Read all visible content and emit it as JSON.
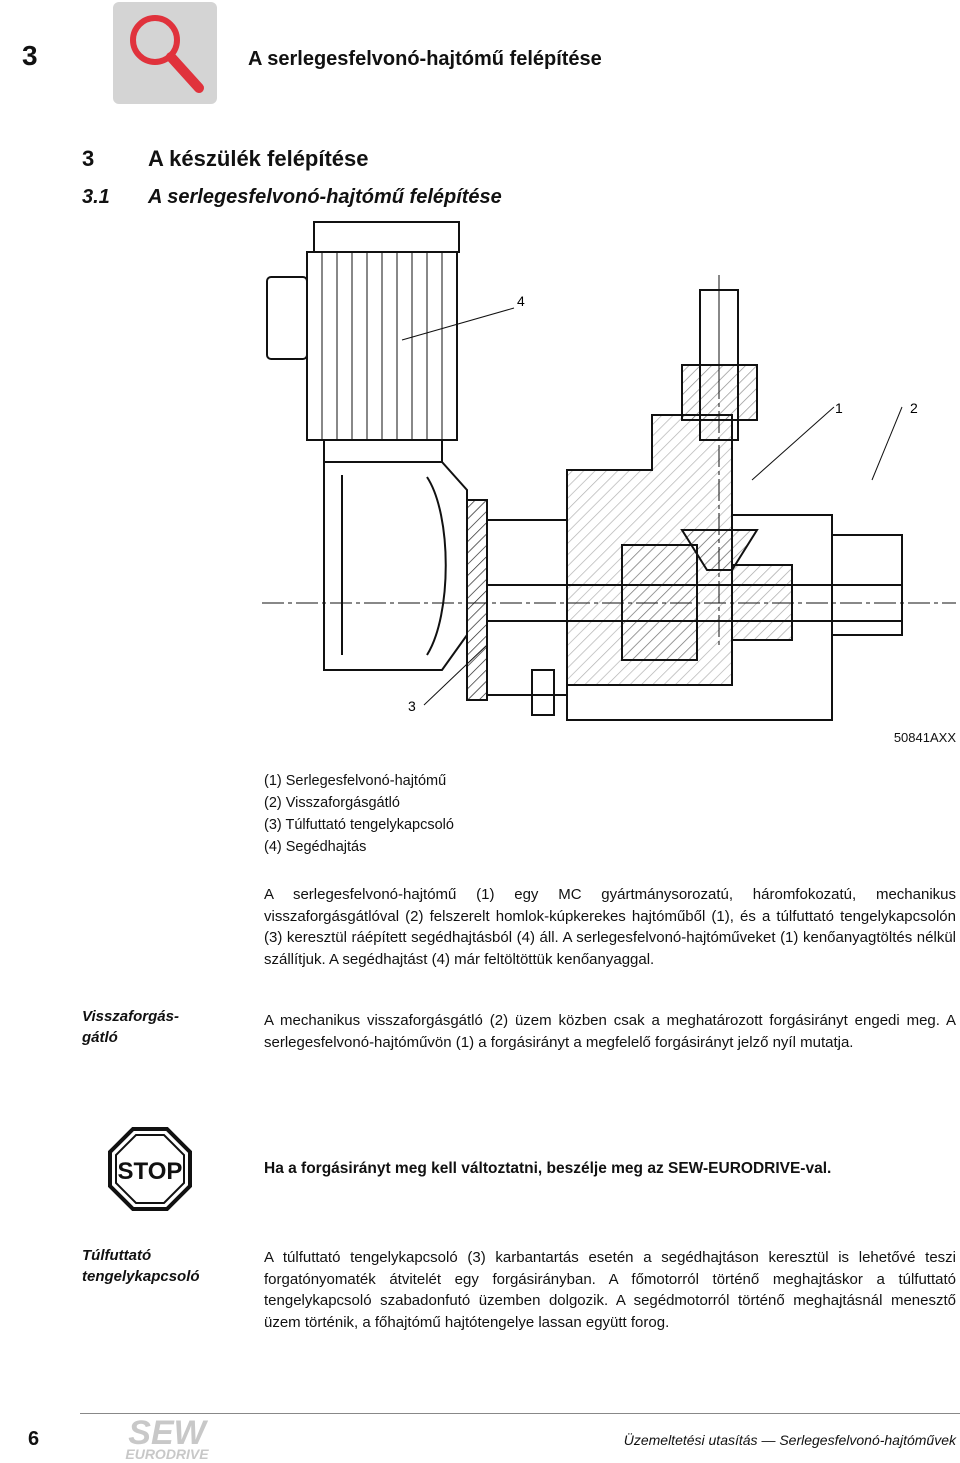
{
  "header": {
    "chapter_number": "3",
    "title": "A serlegesfelvonó-hajtómű felépítése"
  },
  "section": {
    "number": "3",
    "title": "A készülék felépítése"
  },
  "subsection": {
    "number": "3.1",
    "title": "A serlegesfelvonó-hajtómű felépítése"
  },
  "figure": {
    "labels": [
      "4",
      "1",
      "2",
      "3"
    ],
    "code": "50841AXX"
  },
  "legend": [
    "(1) Serlegesfelvonó-hajtómű",
    "(2) Visszaforgásgátló",
    "(3) Túlfuttató tengelykapcsoló",
    "(4) Segédhajtás"
  ],
  "intro": "A serlegesfelvonó-hajtómű (1) egy MC gyártmánysorozatú, háromfokozatú, mechanikus visszaforgásgátlóval (2) felszerelt homlok-kúpkerekes hajtóműből (1), és a túlfuttató tengelykapcsolón (3) keresztül ráépített segédhajtásból (4) áll. A serlegesfelvonó-hajtóműveket (1) kenőanyagtöltés nélkül szállítjuk. A segédhajtást (4) már feltöltöttük kenőanyaggal.",
  "visszaforgasgatlo": {
    "side_label_1": "Visszaforgás-",
    "side_label_2": "gátló",
    "text": "A mechanikus visszaforgásgátló (2) üzem közben csak a meghatározott forgásirányt engedi meg. A serlegesfelvonó-hajtóművön (1) a forgásirányt a megfelelő forgásirányt jelző nyíl mutatja."
  },
  "warning": {
    "sign_text": "STOP",
    "text": "Ha a forgásirányt meg kell változtatni, beszélje meg az SEW-EURODRIVE-val."
  },
  "tulfuttato": {
    "side_label_1": "Túlfuttató",
    "side_label_2": "tengelykapcsoló",
    "text": "A túlfuttató tengelykapcsoló (3) karbantartás esetén a segédhajtáson keresztül is lehetővé teszi forgatónyomaték átvitelét egy forgásirányban. A főmotorról történő meghajtáskor a túlfuttató tengelykapcsoló szabadonfutó üzemben dolgozik. A segédmotorról történő meghajtásnál menesztő üzem történik, a főhajtómű hajtótengelye lassan együtt forog."
  },
  "footer": {
    "page_number": "6",
    "logo_top": "SEW",
    "logo_bottom": "EURODRIVE",
    "doc_title": "Üzemeltetési utasítás — Serlegesfelvonó-hajtóművek"
  },
  "colors": {
    "icon_box": "#d4d4d4",
    "magnifier": "#e0323c",
    "stop_fill": "#ffffff",
    "logo_gray": "#c8c8c8"
  }
}
